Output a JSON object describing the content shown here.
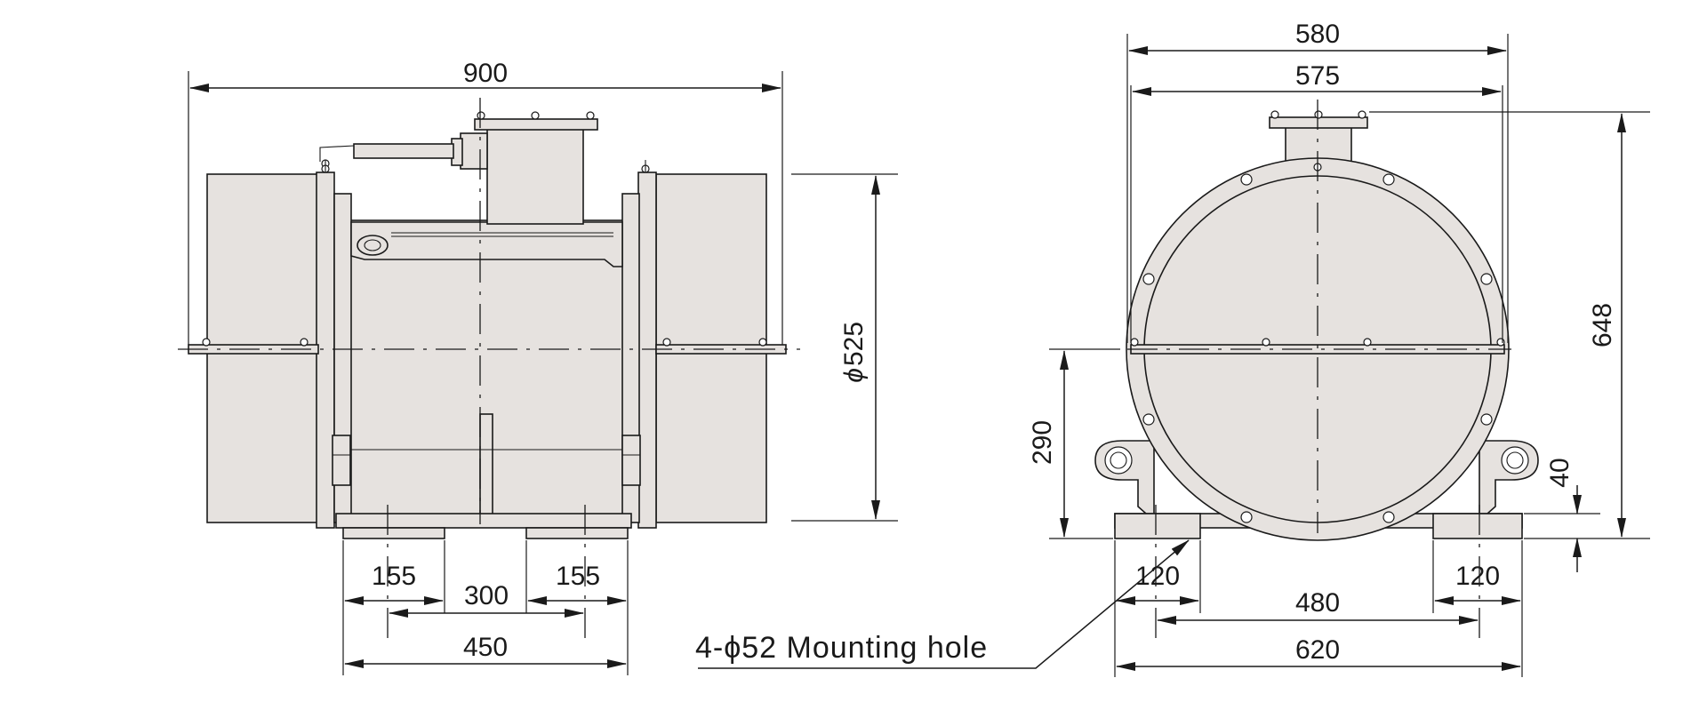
{
  "front_view": {
    "dimensions": {
      "overall_width": "900",
      "drum_diameter": "525",
      "foot_width_left": "155",
      "foot_width_right": "155",
      "foot_hole_pitch": "300",
      "base_length": "450"
    }
  },
  "side_view": {
    "dimensions": {
      "outer_width": "580",
      "inner_width": "575",
      "overall_height": "648",
      "shaft_center_height": "290",
      "base_thickness": "40",
      "foot_width_left": "120",
      "foot_width_right": "120",
      "hole_pitch": "480",
      "base_width": "620"
    }
  },
  "callout": {
    "mounting_hole": "4-ϕ52 Mounting hole"
  }
}
